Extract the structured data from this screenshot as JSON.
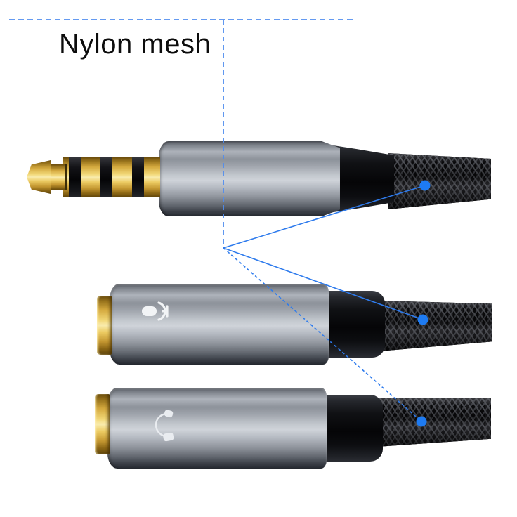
{
  "annotation": {
    "label": "Nylon mesh",
    "accent_color": "#2e7bed",
    "dot_color": "#1e7bf2",
    "callout_targets": [
      "male-plug-cable-braid",
      "mic-jack-cable-braid",
      "headphone-jack-cable-braid"
    ]
  },
  "icons": {
    "mic_jack": "microphone-icon",
    "headphone_jack": "headset-icon"
  },
  "product": {
    "connectors": [
      {
        "name": "male-trrs-plug",
        "finish": "gold / grey metal",
        "cable": "black nylon braid"
      },
      {
        "name": "female-mic-jack",
        "finish": "gold rim / grey metal",
        "cable": "black nylon braid"
      },
      {
        "name": "female-headphone-jack",
        "finish": "gold rim / grey metal",
        "cable": "black nylon braid"
      }
    ]
  },
  "colors": {
    "background": "#ffffff",
    "gold": "#eccb62",
    "metal_light": "#cfd3d9",
    "metal_dark": "#3a3e46",
    "braid_black": "#0a0a0c",
    "callout_blue": "#2e7bed",
    "label_text": "#0c0c0c"
  }
}
